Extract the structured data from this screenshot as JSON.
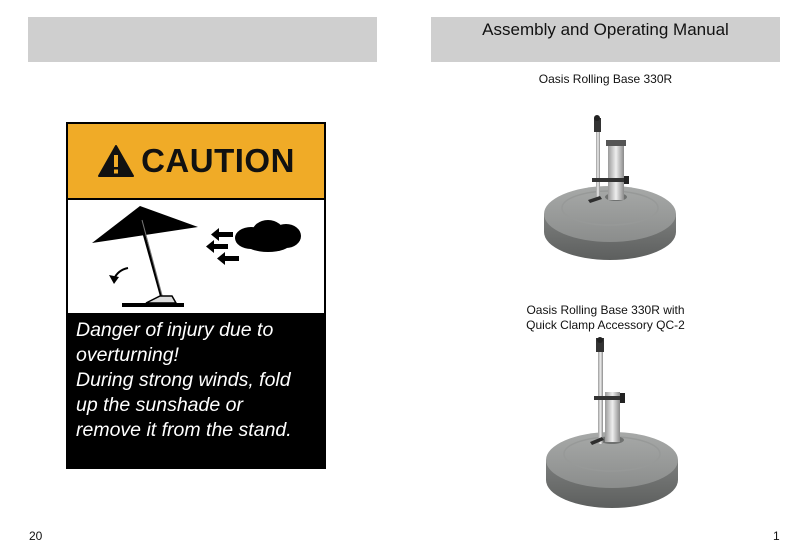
{
  "left_page": {
    "page_number": "20",
    "caution_sign": {
      "heading": "CAUTION",
      "message_lines": [
        "Danger of injury due to",
        "overturning!",
        "During strong winds, fold",
        "up the sunshade or",
        "remove it from the stand."
      ],
      "colors": {
        "header": "#f0ab27",
        "panel": "#000000"
      }
    }
  },
  "right_page": {
    "page_number": "1",
    "header_title": "Assembly and Operating Manual",
    "product_1": {
      "caption_lines": [
        "Oasis Rolling Base 330R"
      ]
    },
    "product_2": {
      "caption_lines": [
        "Oasis Rolling Base 330R with",
        "Quick Clamp Accessory QC-2"
      ]
    }
  }
}
